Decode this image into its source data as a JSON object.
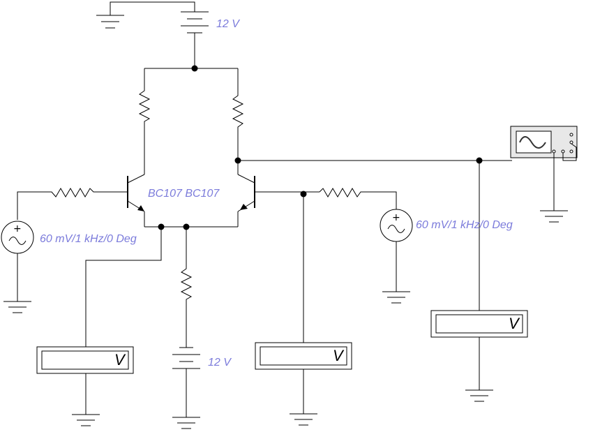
{
  "labels": {
    "vcc_top": "12 V",
    "vee_bottom": "12 V",
    "transistors": "BC107 BC107",
    "source_left": "60 mV/1 kHz/0 Deg",
    "source_right": "60 mV/1 kHz/0 Deg"
  },
  "voltmeters": {
    "unit": "V"
  },
  "colors": {
    "label": "#7b7bdb",
    "wire": "#000000"
  }
}
